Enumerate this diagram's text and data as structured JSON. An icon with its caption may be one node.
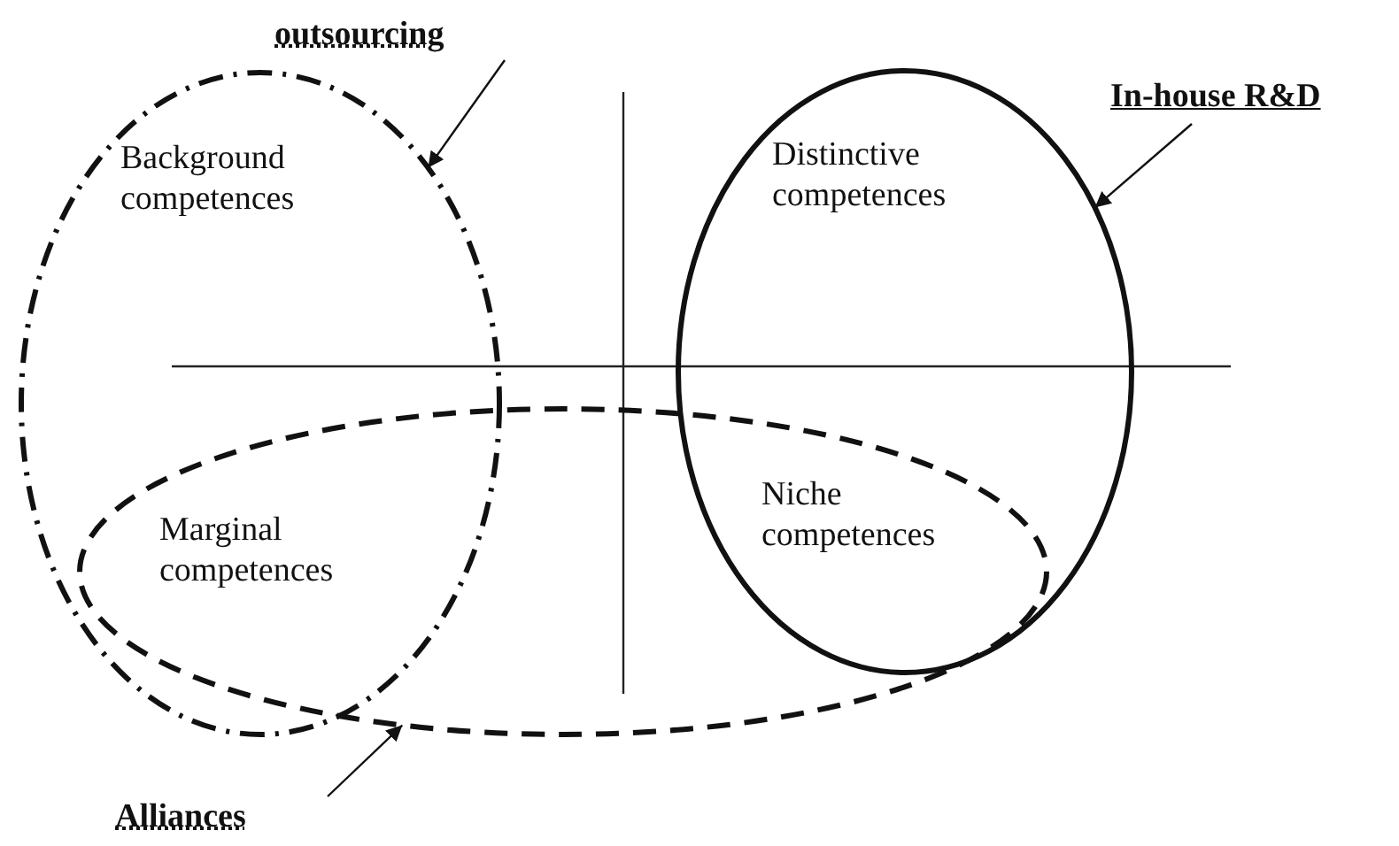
{
  "diagram": {
    "nodes": [
      {
        "text": [
          "outsourcing"
        ]
      },
      {
        "text": [],
        "shape": "ellipse"
      },
      {
        "text": [
          "In-house R&D"
        ]
      },
      {
        "text": [],
        "shape": "ellipse"
      },
      {
        "text": [
          "Alliances"
        ]
      },
      {
        "text": [],
        "shape": "ellipse"
      }
    ],
    "edges": [
      {
        "from": 0,
        "to": 1,
        "arrow": "to"
      },
      {
        "from": 2,
        "to": 3,
        "arrow": "to"
      },
      {
        "from": 4,
        "to": 5,
        "arrow": "to"
      }
    ],
    "labels": [
      "Background competences",
      "Distinctive competences",
      "Marginal competences",
      "Niche competences"
    ]
  }
}
